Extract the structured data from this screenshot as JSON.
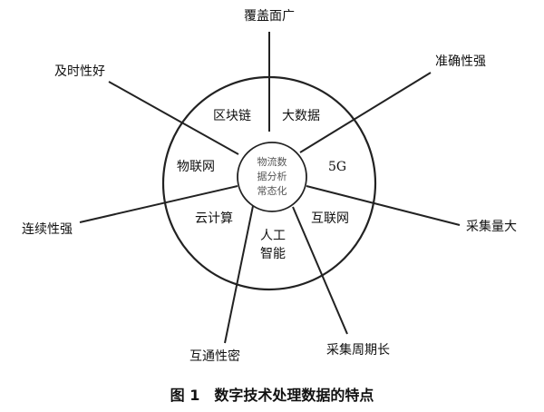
{
  "diagram": {
    "hub_lines": [
      "物流数",
      "据分析",
      "常态化"
    ],
    "segments": [
      {
        "id": "blockchain",
        "lines": [
          "区块链"
        ]
      },
      {
        "id": "bigdata",
        "lines": [
          "大数据"
        ]
      },
      {
        "id": "5g",
        "lines": [
          "5G"
        ]
      },
      {
        "id": "internet",
        "lines": [
          "互联网"
        ]
      },
      {
        "id": "ai",
        "lines": [
          "人工",
          "智能"
        ]
      },
      {
        "id": "cloud",
        "lines": [
          "云计算"
        ]
      },
      {
        "id": "iot",
        "lines": [
          "物联网"
        ]
      }
    ],
    "features": [
      {
        "id": "coverage",
        "text": "覆盖面广"
      },
      {
        "id": "accuracy",
        "text": "准确性强"
      },
      {
        "id": "volume",
        "text": "采集量大"
      },
      {
        "id": "cycle",
        "text": "采集周期长"
      },
      {
        "id": "interop",
        "text": "互通性密"
      },
      {
        "id": "continuity",
        "text": "连续性强"
      },
      {
        "id": "timeliness",
        "text": "及时性好"
      }
    ]
  },
  "caption": "图 1　数字技术处理数据的特点"
}
